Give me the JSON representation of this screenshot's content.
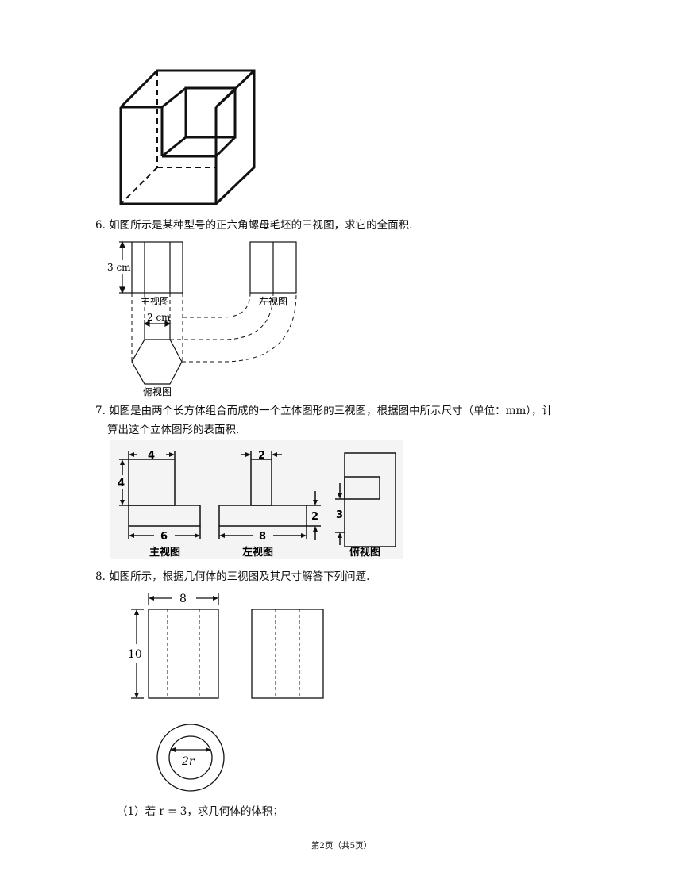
{
  "questions": {
    "q6": {
      "text": "6. 如图所示是某种型号的正六角螺母毛坯的三视图，求它的全面积."
    },
    "q7": {
      "line1": "7. 如图是由两个长方体组合而成的一个立体图形的三视图，根据图中所示尺寸（单位：mm），计",
      "line2": "算出这个立体图形的表面积."
    },
    "q8": {
      "text": "8. 如图所示，根据几何体的三视图及其尺寸解答下列问题.",
      "sub1": "（1）若 r = 3，求几何体的体积；"
    }
  },
  "fig6": {
    "dim_height": "3 cm",
    "dim_width": "2 cm",
    "front": "主视图",
    "left": "左视图",
    "top": "俯视图"
  },
  "fig7": {
    "d4a": "4",
    "d4b": "4",
    "d6": "6",
    "d2a": "2",
    "d8": "8",
    "d2b": "2",
    "d3": "3",
    "front": "主视图",
    "left": "左视图",
    "top": "俯视图"
  },
  "fig8": {
    "d8": "8",
    "d10": "10",
    "d2r": "2r"
  },
  "footer": "第2页（共5页）"
}
